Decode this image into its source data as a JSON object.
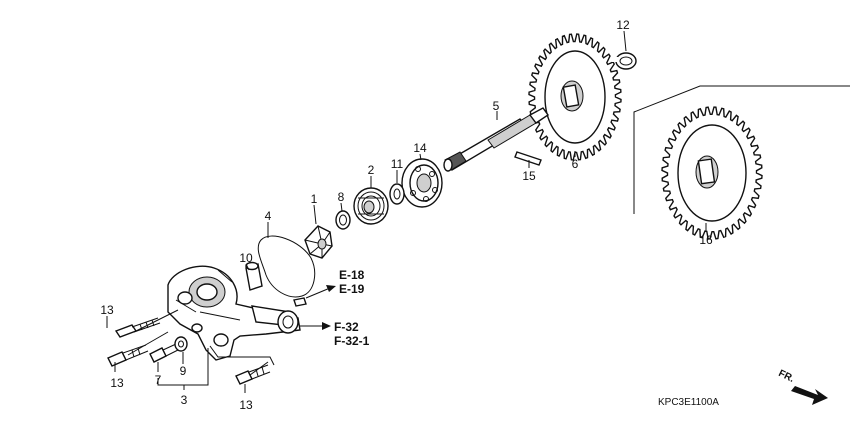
{
  "callouts": {
    "p1": "1",
    "p2": "2",
    "p3": "3",
    "p4": "4",
    "p5": "5",
    "p6": "6",
    "p7": "7",
    "p8": "8",
    "p9": "9",
    "p10": "10",
    "p11": "11",
    "p12": "12",
    "p13a": "13",
    "p13b": "13",
    "p13c": "13",
    "p14": "14",
    "p15": "15",
    "p16": "16"
  },
  "references": {
    "e18": "E-18",
    "e19": "E-19",
    "f32": "F-32",
    "f321": "F-32-1"
  },
  "fr_label": "FR.",
  "diagram_code": "KPC3E1100A"
}
